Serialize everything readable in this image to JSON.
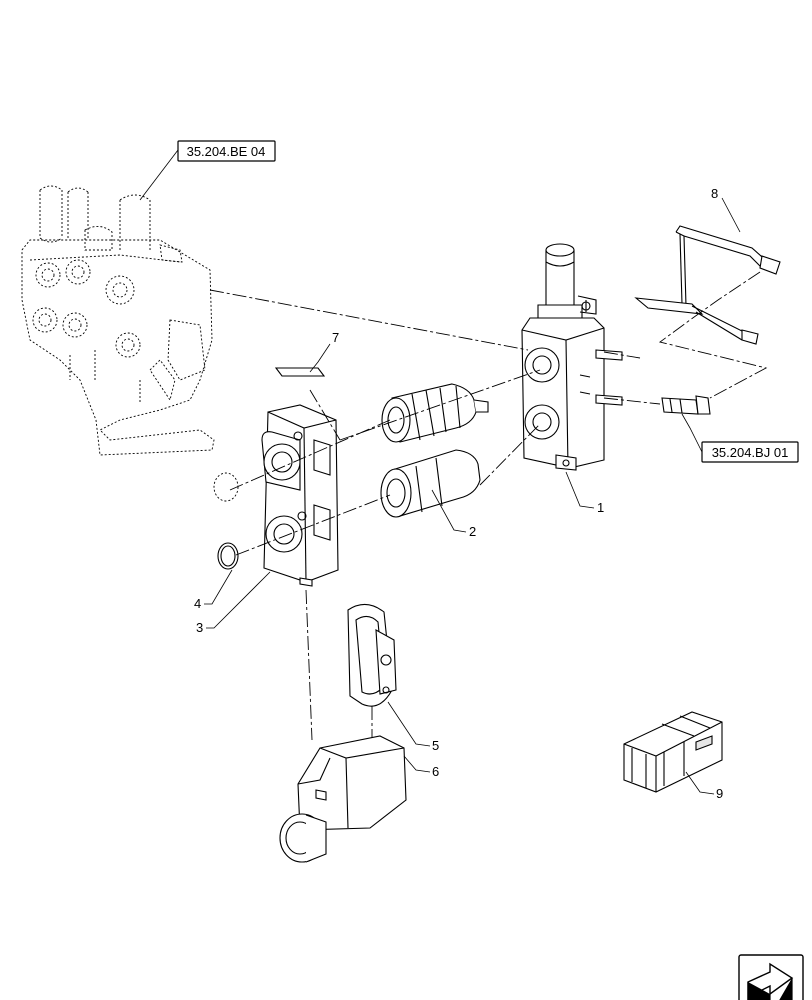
{
  "references": {
    "top_left": "35.204.BE 04",
    "right": "35.204.BJ 01"
  },
  "callouts": {
    "c1": "1",
    "c2": "2",
    "c3": "3",
    "c4": "4",
    "c5": "5",
    "c6": "6",
    "c7": "7",
    "c8": "8",
    "c9": "9"
  },
  "icons": {
    "next_page": "arrow-right-box-icon"
  }
}
